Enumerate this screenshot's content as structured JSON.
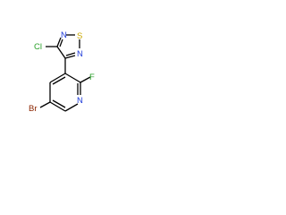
{
  "molecule": {
    "atoms": {
      "s": {
        "label": "S",
        "color": "#c9a800"
      },
      "n_upper": {
        "label": "N",
        "color": "#1f3bd9"
      },
      "n_lower": {
        "label": "N",
        "color": "#1f3bd9"
      },
      "cl": {
        "label": "Cl",
        "color": "#2aa12a"
      },
      "f": {
        "label": "F",
        "color": "#2aa12a"
      },
      "br": {
        "label": "Br",
        "color": "#8b2500"
      },
      "n_pyridine": {
        "label": "N",
        "color": "#1f3bd9"
      }
    },
    "bond_color": "#000000"
  }
}
